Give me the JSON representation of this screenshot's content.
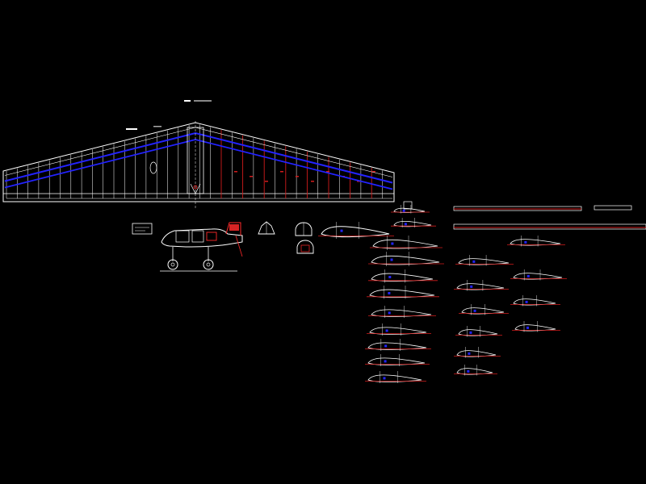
{
  "drawing": {
    "background": "#000000",
    "colors": {
      "outline": "#ffffff",
      "spar": "#2323ff",
      "rib": "#d21c1c",
      "accent": "#ff2a2a"
    },
    "labels": {
      "wing_title": "",
      "root_note": "",
      "dim_note_a": "",
      "dim_note_b": "",
      "strip_a_label": "",
      "strip_b_label": "",
      "strip_c_label": ""
    },
    "airfoil_columns": [
      {
        "id": "col-a",
        "count": 12
      },
      {
        "id": "col-b",
        "count": 6
      },
      {
        "id": "col-c",
        "count": 4
      }
    ]
  }
}
